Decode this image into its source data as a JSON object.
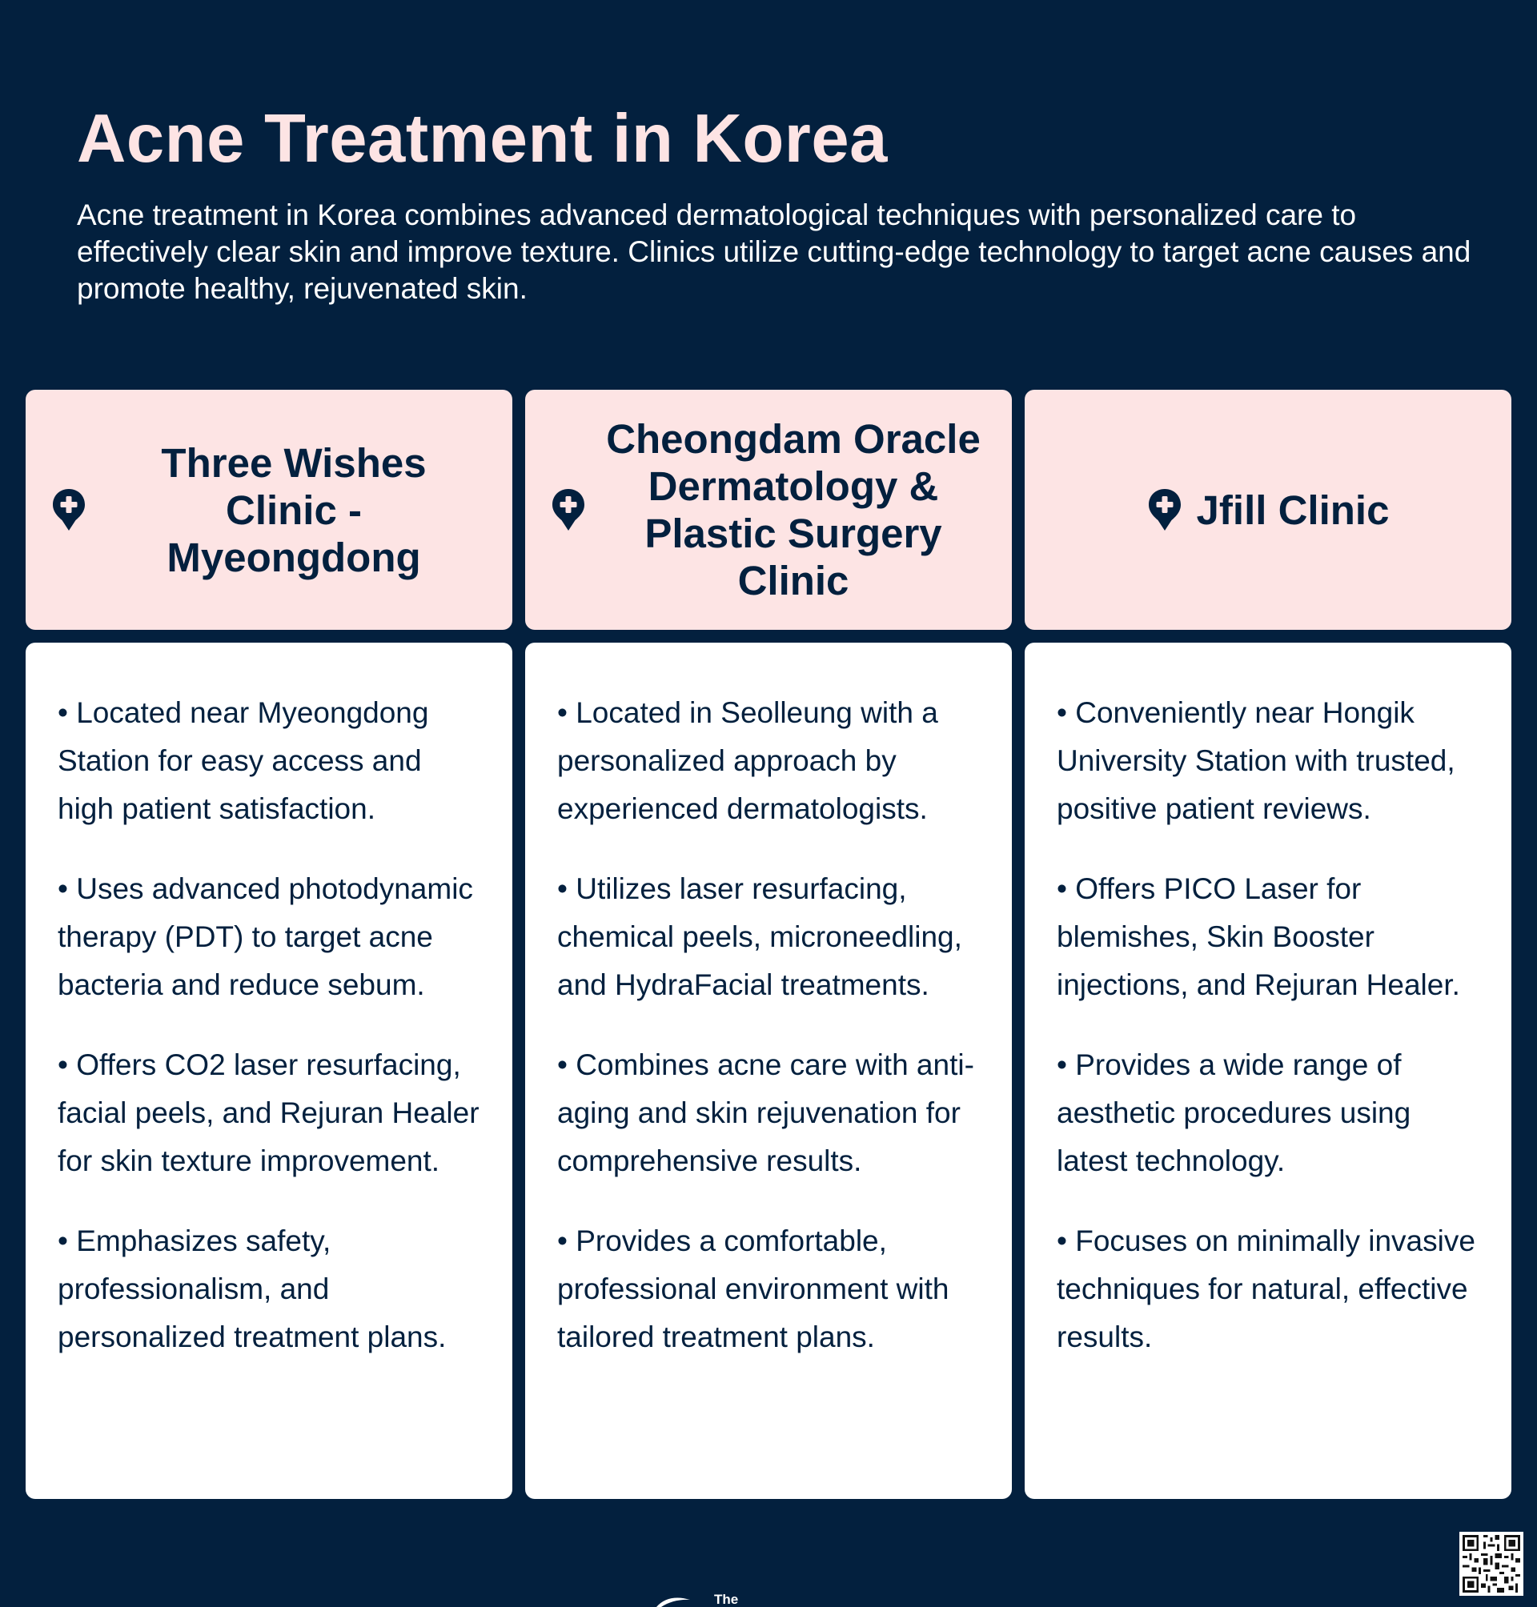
{
  "page": {
    "title": "Acne Treatment in Korea",
    "subtitle": "Acne treatment in Korea combines advanced dermatological techniques with personalized care to effectively clear skin and improve texture. Clinics utilize cutting-edge technology to target acne causes and promote healthy, rejuvenated skin."
  },
  "clinics": [
    {
      "icon": "medical-pin-icon",
      "name": "Three Wishes Clinic - Myeongdong",
      "bullets": [
        "• Located near Myeongdong Station for easy access and high patient satisfaction.",
        "• Uses advanced photodynamic therapy (PDT) to target acne bacteria and reduce sebum.",
        "• Offers CO2 laser resurfacing, facial peels, and Rejuran Healer for skin texture improvement.",
        "• Emphasizes safety, professionalism, and personalized treatment plans."
      ]
    },
    {
      "icon": "medical-pin-icon",
      "name": "Cheongdam Oracle Dermatology & Plastic Surgery Clinic",
      "bullets": [
        "• Located in Seolleung with a personalized approach by experienced dermatologists.",
        "• Utilizes laser resurfacing, chemical peels, microneedling, and HydraFacial treatments.",
        "• Combines acne care with anti-aging and skin rejuvenation for comprehensive results.",
        "• Provides a comfortable, professional environment with tailored treatment plans."
      ]
    },
    {
      "icon": "medical-pin-icon",
      "name": "Jfill Clinic",
      "bullets": [
        "• Conveniently near Hongik University Station with trusted, positive patient reviews.",
        "• Offers PICO Laser for blemishes, Skin Booster injections, and Rejuran Healer.",
        "• Provides a wide range of aesthetic procedures using latest technology.",
        "• Focuses on minimally invasive techniques for natural, effective results."
      ]
    }
  ],
  "footer": {
    "logo_text": "The",
    "qr_icon": "qr-code-icon"
  },
  "colors": {
    "background": "#03203e",
    "accent": "#fde4e4",
    "card_body": "#ffffff",
    "text_dark": "#03203e"
  }
}
